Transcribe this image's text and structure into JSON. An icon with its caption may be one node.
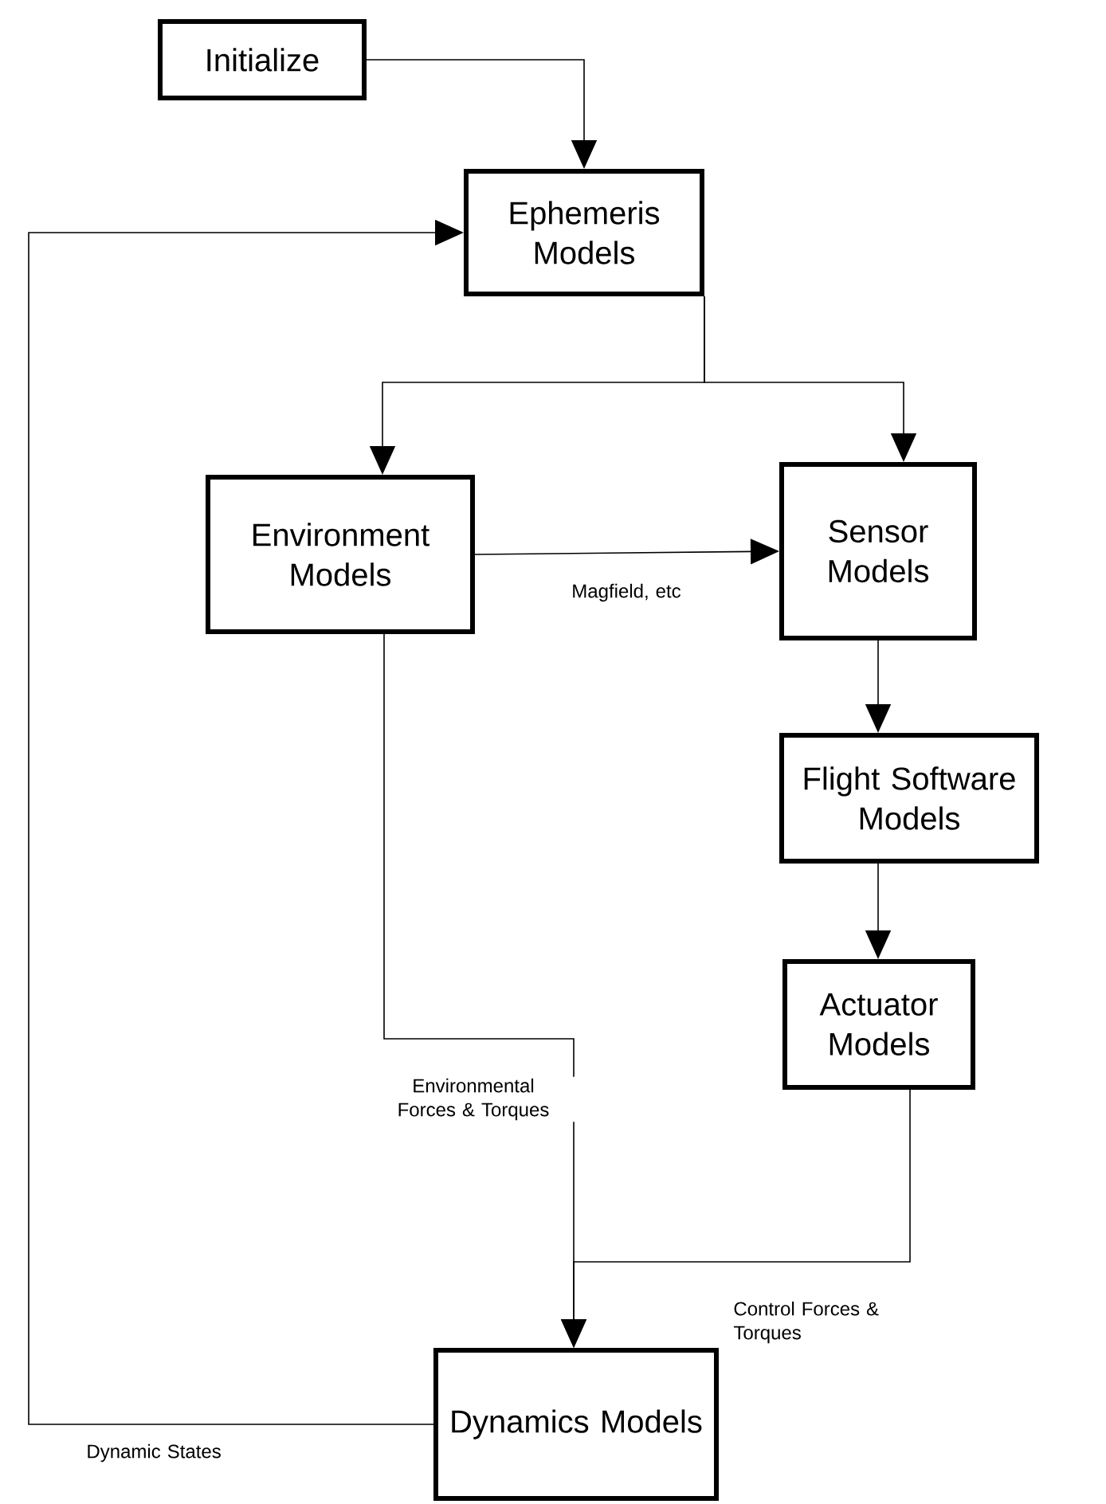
{
  "diagram": {
    "nodes": [
      {
        "text": [
          "Initialize"
        ]
      },
      {
        "text": [
          "Ephemeris Models"
        ]
      },
      {
        "text": [
          "Environment Models"
        ]
      },
      {
        "text": [
          "Sensor Models"
        ]
      },
      {
        "text": [
          "Flight Software Models"
        ]
      },
      {
        "text": [
          "Actuator Models"
        ]
      },
      {
        "text": [
          "Dynamics Models"
        ]
      }
    ],
    "edges": [
      {
        "from": 0,
        "to": 1,
        "arrow": "to"
      },
      {
        "from": 1,
        "to": 2,
        "arrow": "to"
      },
      {
        "from": 1,
        "to": 3,
        "arrow": "to"
      },
      {
        "from": 2,
        "to": 3,
        "arrow": "to",
        "label": "Magfield, etc"
      },
      {
        "from": 3,
        "to": 4,
        "arrow": "to"
      },
      {
        "from": 4,
        "to": 5,
        "arrow": "to"
      },
      {
        "from": 2,
        "to": 6,
        "arrow": "to",
        "label": "Environmental Forces & Torques"
      },
      {
        "from": 5,
        "to": 6,
        "arrow": "to",
        "label": "Control Forces & Torques"
      },
      {
        "from": 6,
        "to": 1,
        "arrow": "to",
        "label": "Dynamic States"
      }
    ]
  }
}
